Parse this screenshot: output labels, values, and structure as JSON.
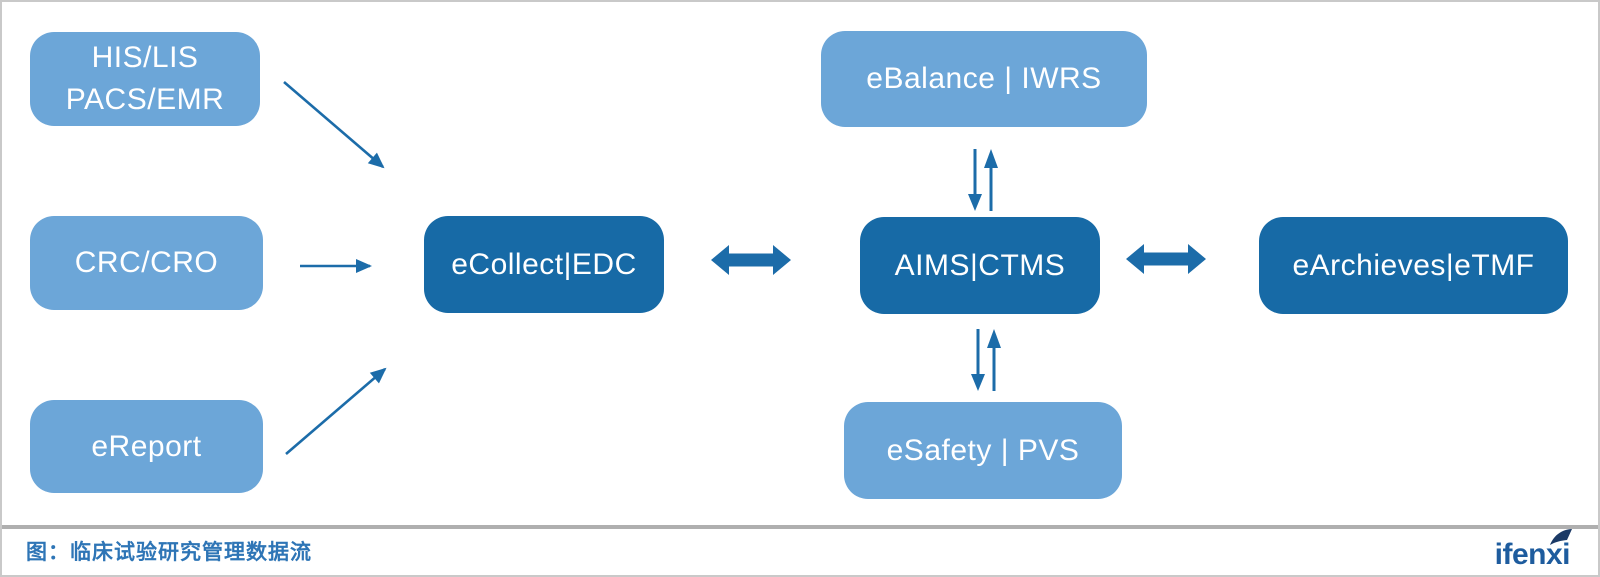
{
  "colors": {
    "light_blue": "#6CA6D8",
    "dark_blue": "#176AA6",
    "arrow": "#1C6CA9",
    "caption": "#2E75B6",
    "logo": "#1E5C9E",
    "logo_fin": "#1B3A66",
    "border": "#C9C9C9",
    "separator": "#AFAFAF"
  },
  "nodes": {
    "his": {
      "line1": "HIS/LIS",
      "line2": "PACS/EMR"
    },
    "crc": {
      "label": "CRC/CRO"
    },
    "ereport": {
      "label": "eReport"
    },
    "ecollect": {
      "label": "eCollect|EDC"
    },
    "ebalance": {
      "label": "eBalance | IWRS"
    },
    "aims": {
      "label": "AIMS|CTMS"
    },
    "esafety": {
      "label": "eSafety | PVS"
    },
    "earchieves": {
      "label": "eArchieves|eTMF"
    }
  },
  "connections": [
    {
      "from": "HIS/LIS PACS/EMR",
      "to": "eCollect|EDC",
      "type": "one-way"
    },
    {
      "from": "CRC/CRO",
      "to": "eCollect|EDC",
      "type": "one-way"
    },
    {
      "from": "eReport",
      "to": "eCollect|EDC",
      "type": "one-way"
    },
    {
      "from": "eCollect|EDC",
      "to": "AIMS|CTMS",
      "type": "two-way"
    },
    {
      "from": "eBalance | IWRS",
      "to": "AIMS|CTMS",
      "type": "two-way-paired"
    },
    {
      "from": "AIMS|CTMS",
      "to": "eSafety | PVS",
      "type": "two-way-paired"
    },
    {
      "from": "AIMS|CTMS",
      "to": "eArchieves|eTMF",
      "type": "two-way"
    }
  ],
  "footer": {
    "caption": "图：临床试验研究管理数据流",
    "logo_text": "ifenxi"
  }
}
